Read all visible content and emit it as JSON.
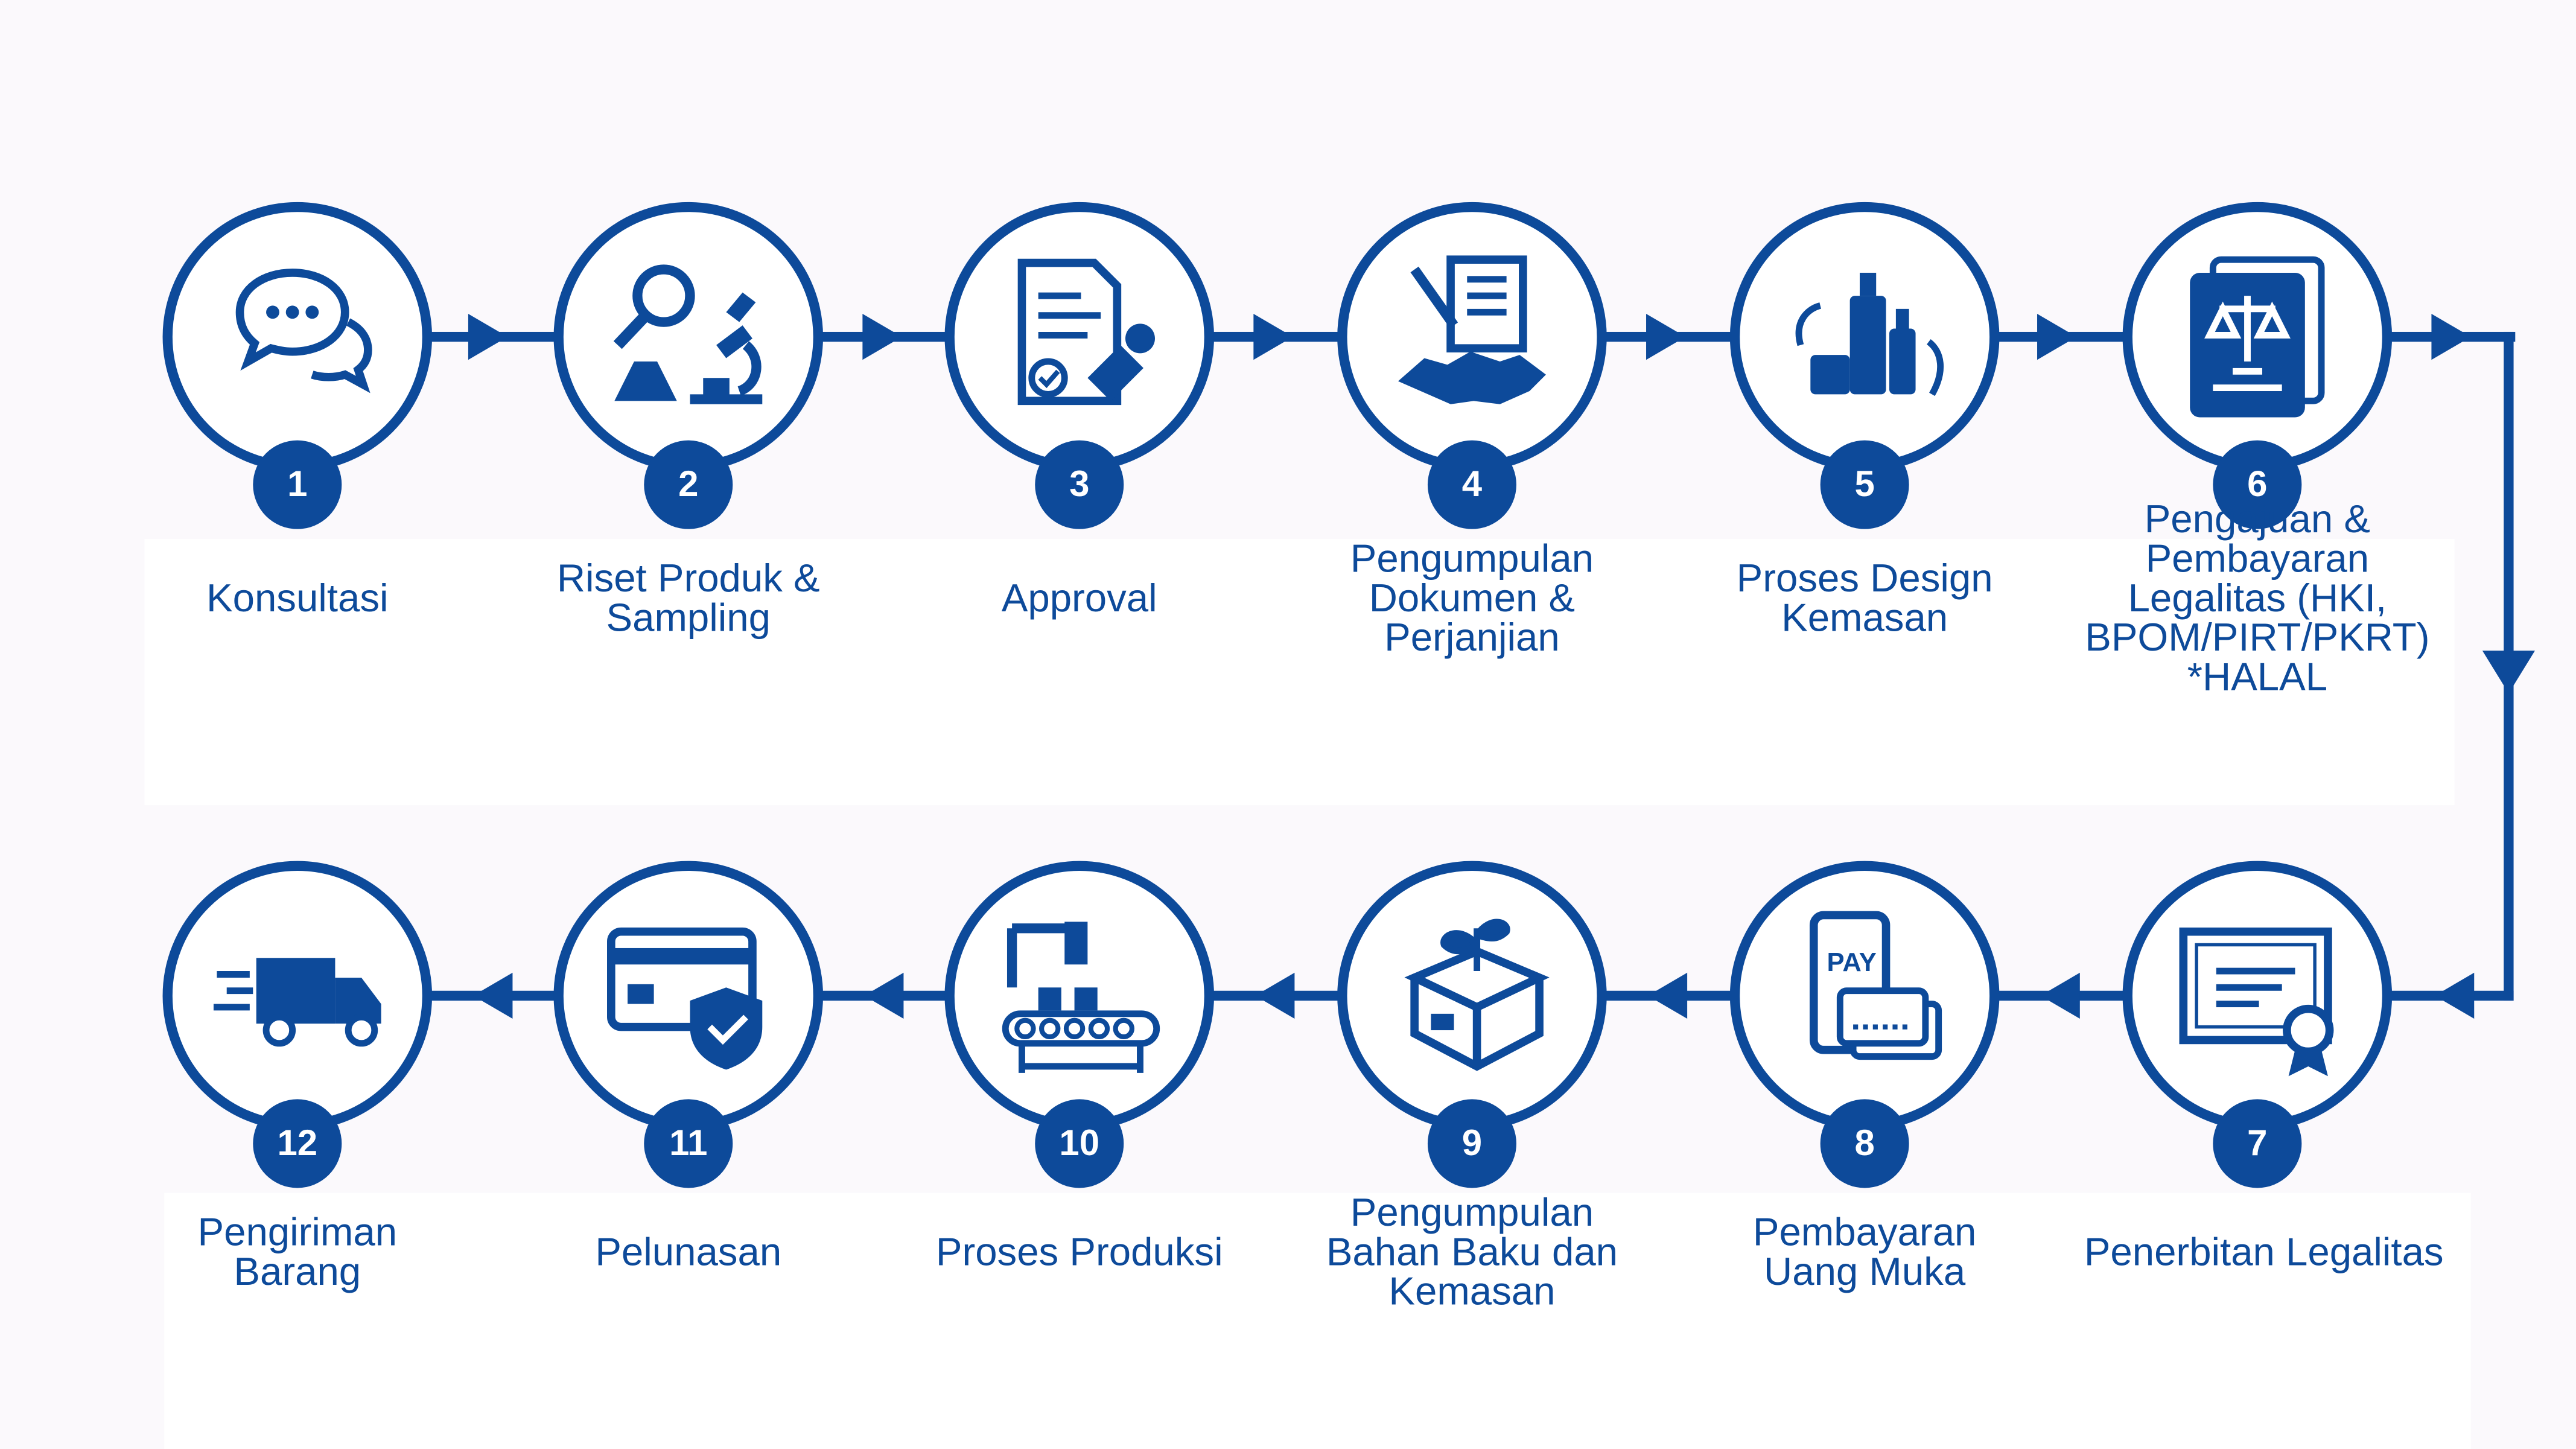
{
  "accent_color": "#0d4a9a",
  "steps": [
    {
      "number": "1",
      "label": "Konsultasi",
      "icon": "chat-bubbles-icon"
    },
    {
      "number": "2",
      "label": "Riset Produk &\nSampling",
      "icon": "lab-research-icon"
    },
    {
      "number": "3",
      "label": "Approval",
      "icon": "approved-document-stamp-icon"
    },
    {
      "number": "4",
      "label": "Pengumpulan\nDokumen &\nPerjanjian",
      "icon": "contract-handshake-icon"
    },
    {
      "number": "5",
      "label": "Proses Design\nKemasan",
      "icon": "cosmetic-packaging-icon"
    },
    {
      "number": "6",
      "label": "Pengajuan &\nPembayaran\nLegalitas (HKI,\nBPOM/PIRT/PKRT)\n*HALAL",
      "icon": "legal-documents-icon"
    },
    {
      "number": "7",
      "label": "Penerbitan Legalitas",
      "icon": "certificate-icon"
    },
    {
      "number": "8",
      "label": "Pembayaran\nUang Muka",
      "icon": "mobile-pay-card-icon"
    },
    {
      "number": "9",
      "label": "Pengumpulan\nBahan Baku dan\nKemasan",
      "icon": "box-plant-icon"
    },
    {
      "number": "10",
      "label": "Proses Produksi",
      "icon": "conveyor-production-icon"
    },
    {
      "number": "11",
      "label": "Pelunasan",
      "icon": "card-shield-icon"
    },
    {
      "number": "12",
      "label": "Pengiriman\nBarang",
      "icon": "delivery-truck-icon"
    }
  ]
}
